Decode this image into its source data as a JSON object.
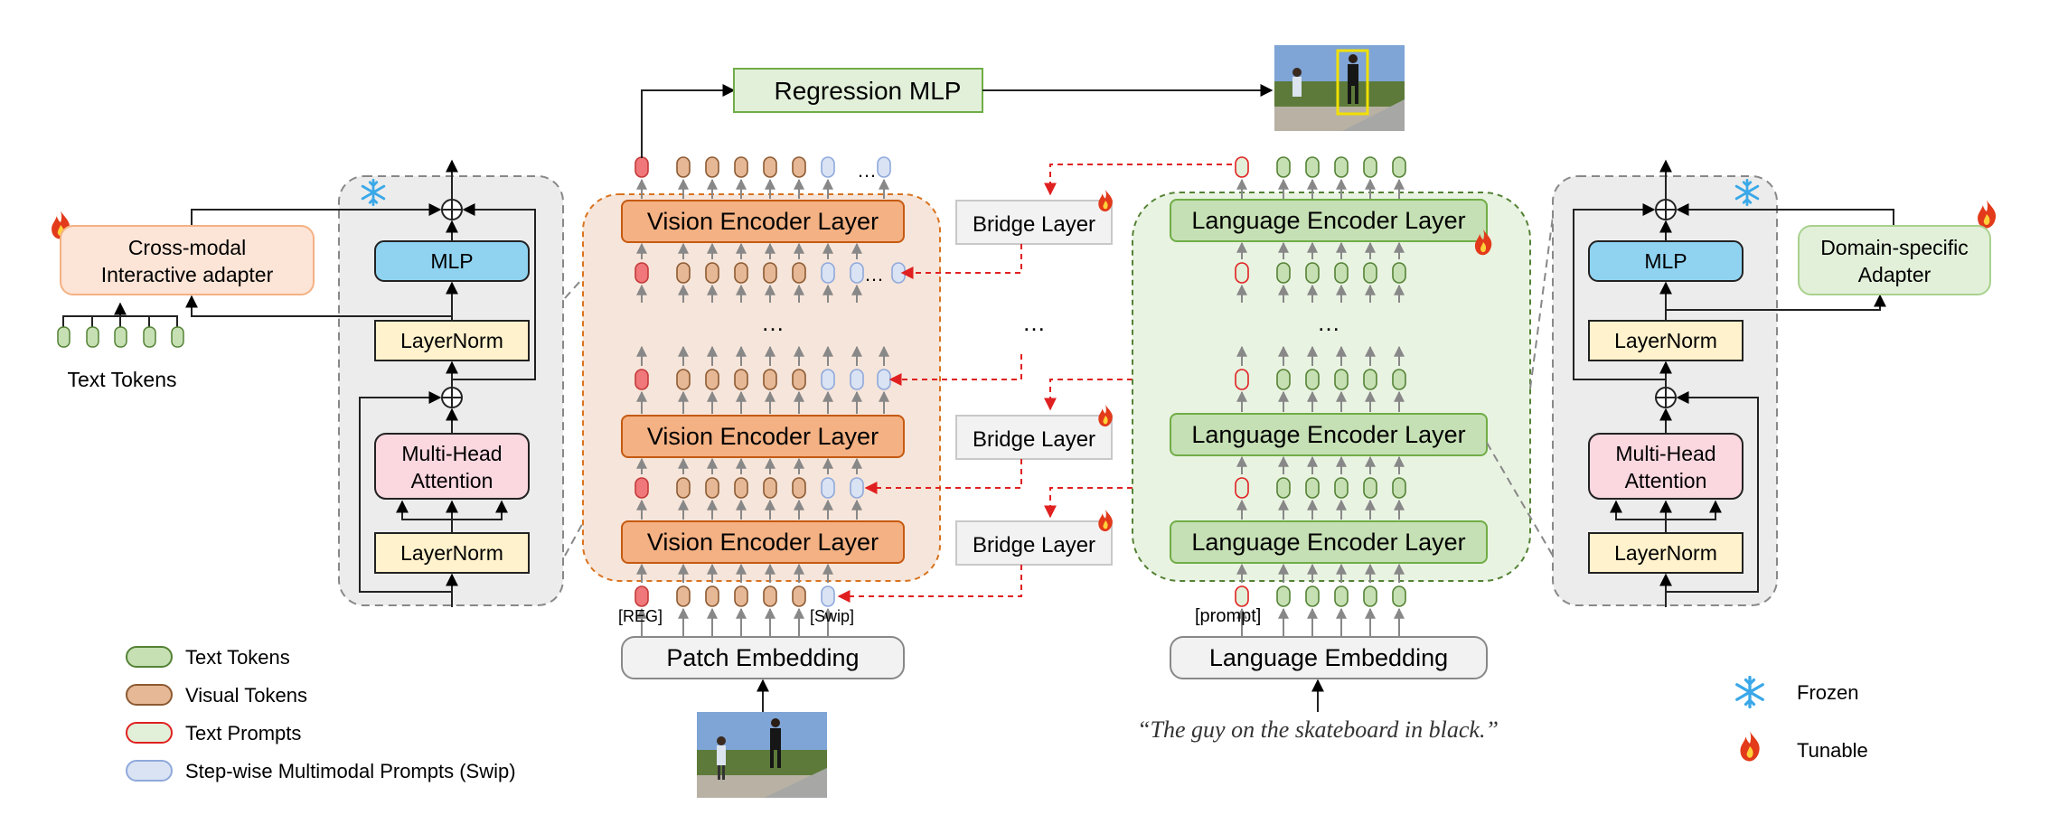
{
  "labels": {
    "regression_mlp": "Regression MLP",
    "vision_encoder_layer": "Vision Encoder Layer",
    "language_encoder_layer": "Language Encoder Layer",
    "bridge_layer": "Bridge Layer",
    "patch_embedding": "Patch Embedding",
    "language_embedding": "Language Embedding",
    "cross_modal_line1": "Cross-modal",
    "cross_modal_line2": "Interactive adapter",
    "domain_specific_line1": "Domain-specific",
    "domain_specific_line2": "Adapter",
    "mlp": "MLP",
    "layernorm": "LayerNorm",
    "mha_line1": "Multi-Head",
    "mha_line2": "Attention",
    "text_tokens": "Text Tokens",
    "reg_token": "[REG]",
    "swip_token": "[Swip]",
    "prompt_token": "[prompt]",
    "ellipsis": "…",
    "caption": "“The guy on the skateboard in black.”"
  },
  "legend": {
    "items": [
      {
        "label": "Text Tokens",
        "fill": "#c6e0b4",
        "stroke": "#548235"
      },
      {
        "label": "Visual Tokens",
        "fill": "#e6b896",
        "stroke": "#8c5a32"
      },
      {
        "label": "Text Prompts",
        "fill": "#e2efd9",
        "stroke": "#e02020"
      },
      {
        "label": "Step-wise Multimodal Prompts (Swip)",
        "fill": "#dae3f3",
        "stroke": "#8fa9dc"
      }
    ],
    "frozen": "Frozen",
    "tunable": "Tunable"
  },
  "colors": {
    "vision_layer": "#f4b183",
    "language_layer": "#c5e0b4",
    "mlp": "#8fd3f0",
    "layernorm": "#fff2cc",
    "mha": "#fbd7e0",
    "cross_modal": "#fce4d6",
    "domain_adapter": "#e2f0d9",
    "reg_token": "#f0777a",
    "bridge_arrow": "#e02020"
  }
}
